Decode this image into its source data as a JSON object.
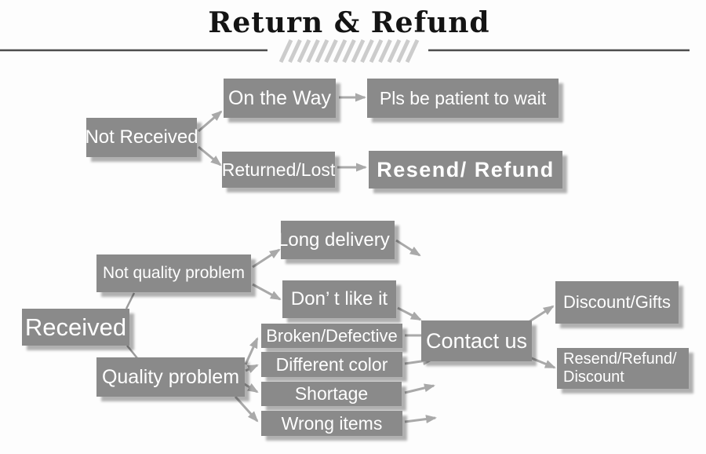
{
  "header": {
    "title": "Return & Refund"
  },
  "flow": {
    "not_received": "Not Received",
    "on_the_way": "On the Way",
    "pls_wait": "Pls be patient to wait",
    "returned_lost": "Returned/Lost",
    "resend_refund": "Resend/ Refund",
    "received": "Received",
    "not_quality_problem": "Not quality problem",
    "quality_problem": "Quality problem",
    "long_delivery": "Long delivery",
    "dont_like_it": "Don’ t like it",
    "broken_defective": "Broken/Defective",
    "different_color": "Different color",
    "shortage": "Shortage",
    "wrong_items": "Wrong items",
    "contact_us": "Contact us",
    "discount_gifts": "Discount/Gifts",
    "resend_refund_discount_line1": "Resend/Refund/",
    "resend_refund_discount_line2": "Discount"
  },
  "colors": {
    "box_fill": "#8a8a8a",
    "box_text": "#ffffff",
    "arrow": "#a9a9a9",
    "connector_line": "#9c9c9c",
    "divider_line": "#4d4d4d",
    "hatch": "#cccccc",
    "title_text": "#141414",
    "background": "#fdfdfd"
  }
}
